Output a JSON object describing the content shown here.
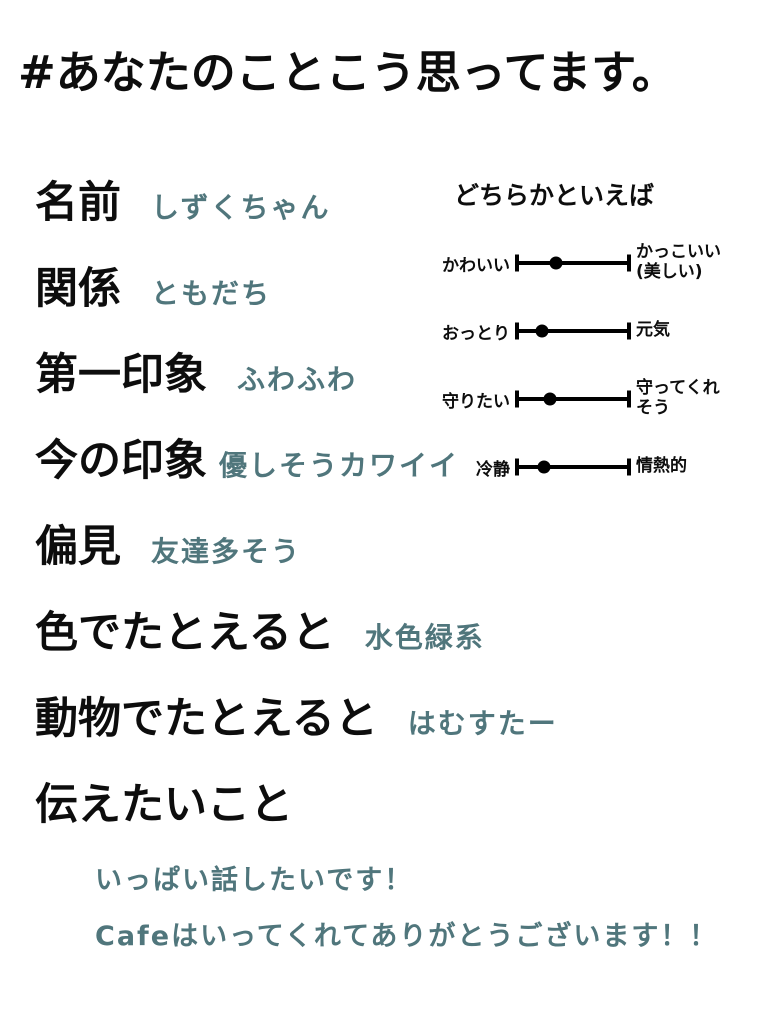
{
  "page": {
    "title": "#あなたのことこう思ってます。",
    "background_color": "#ffffff",
    "label_color": "#0d0d0d",
    "answer_color": "#50767c"
  },
  "fields": {
    "items": [
      {
        "label": "名前",
        "value": "しずくちゃん"
      },
      {
        "label": "関係",
        "value": "ともだち"
      },
      {
        "label": "第一印象",
        "value": "ふわふわ"
      },
      {
        "label": "今の印象",
        "value": "優しそうカワイイ"
      },
      {
        "label": "偏見",
        "value": "友達多そう"
      },
      {
        "label": "色でたとえると",
        "value": "水色緑系"
      },
      {
        "label": "動物でたとえると",
        "value": "はむすたー"
      },
      {
        "label": "伝えたいこと",
        "value": ""
      }
    ]
  },
  "message": {
    "lines": [
      "いっぱい話したいです！",
      "Cafeはいってくれてありがとうございます！！"
    ]
  },
  "scales": {
    "heading": "どちらかといえば",
    "items": [
      {
        "left": "かわいい",
        "right": "かっこいい\n(美しい)",
        "dot_percent": 35
      },
      {
        "left": "おっとり",
        "right": "元気",
        "dot_percent": 23
      },
      {
        "left": "守りたい",
        "right": "守ってくれ\nそう",
        "dot_percent": 30
      },
      {
        "left": "冷静",
        "right": "情熱的",
        "dot_percent": 25
      }
    ]
  }
}
